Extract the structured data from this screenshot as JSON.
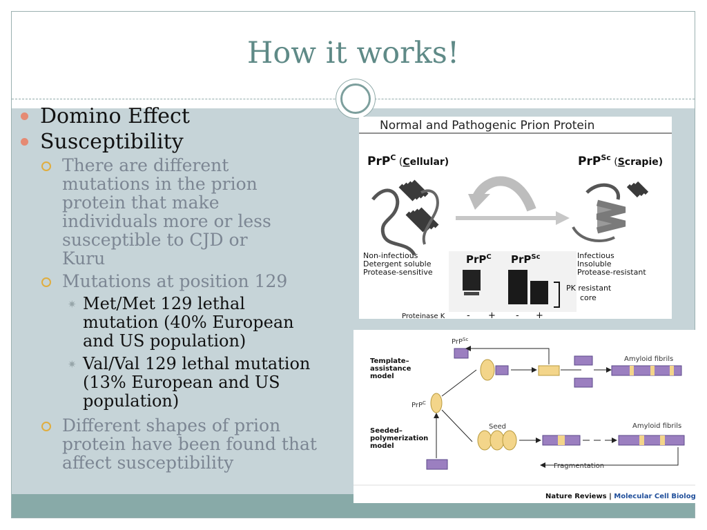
{
  "slide": {
    "title": "How it works!",
    "bullets": [
      {
        "text": "Domino Effect"
      },
      {
        "text": "Susceptibility"
      }
    ],
    "sub1": "There are different mutations in the prion protein that make individuals more or less susceptible to CJD or Kuru",
    "sub2": "Mutations at position 129",
    "sub2_items": [
      "Met/Met 129 lethal mutation (40% European and US population)",
      "Val/Val 129 lethal mutation (13% European and US population)"
    ],
    "sub3": "Different shapes of prion protein have been found that affect susceptibility"
  },
  "figure1": {
    "title": "Normal and Pathogenic Prion Protein",
    "left_label_a": "PrP",
    "left_label_sup": "C",
    "left_label_b": " (",
    "left_label_c": "C",
    "left_label_d": "ellular)",
    "right_label_a": "PrP",
    "right_label_sup": "Sc",
    "right_label_b": " (",
    "right_label_c": "S",
    "right_label_d": "crapie)",
    "left_props": [
      "Non-infectious",
      "Detergent soluble",
      "Protease-sensitive"
    ],
    "right_props": [
      "Infectious",
      "Insoluble",
      "Protease-resistant"
    ],
    "gel_label_1": "PrP",
    "gel_label_1_sup": "C",
    "gel_label_2": "PrP",
    "gel_label_2_sup": "Sc",
    "pk_label_1": "PK resistant",
    "pk_label_2": "core",
    "proteinase": "Proteinase K",
    "signs": [
      "-",
      "+",
      "-",
      "+"
    ]
  },
  "figure2": {
    "model1": [
      "Template–",
      "assistance",
      "model"
    ],
    "model2": [
      "Seeded–",
      "polymerization",
      "model"
    ],
    "prpsc_a": "PrP",
    "prpsc_sup": "Sc",
    "prpc_a": "PrP",
    "prpc_sup": "C",
    "amyloid_1": "Amyloid fibrils",
    "amyloid_2": "Amyloid fibrils",
    "seed": "Seed",
    "fragmentation": "Fragmentation",
    "credit_a": "Nature Reviews",
    "credit_sep": " | ",
    "credit_b": "Molecular Cell Biology",
    "colors": {
      "purple": "#9b7fc0",
      "yellow": "#f3d58a",
      "credit_blue": "#1f4e9a"
    }
  }
}
